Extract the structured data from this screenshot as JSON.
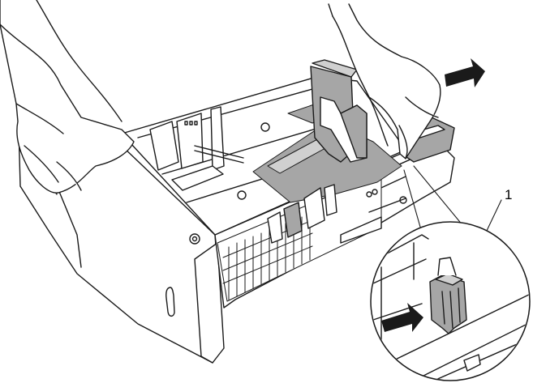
{
  "figure": {
    "callout_number": "1",
    "colors": {
      "line": "#1a1a1a",
      "shade": "#a6a6a6",
      "light_shade": "#d0d0d0",
      "background": "#ffffff"
    },
    "icons": [
      "hand-icon",
      "arrow-right-icon",
      "paper-tray",
      "paper-guide"
    ]
  }
}
